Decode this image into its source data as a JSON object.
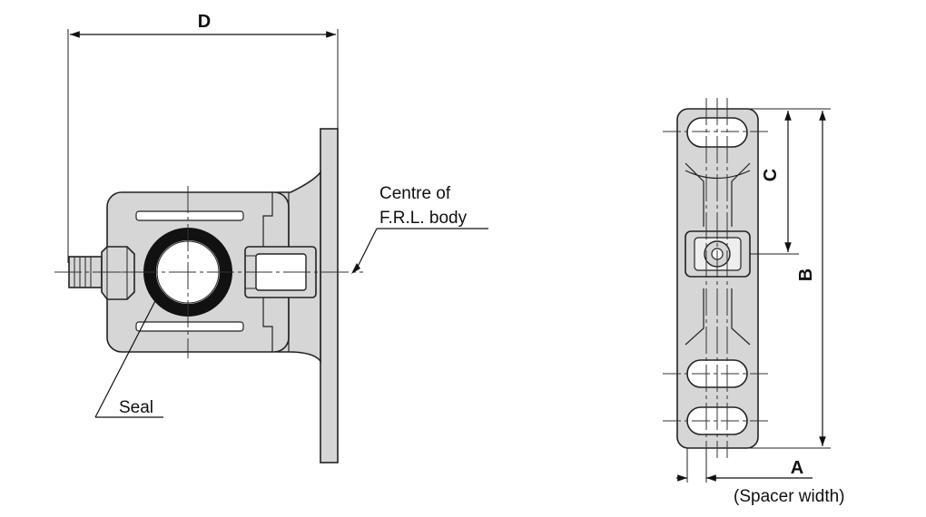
{
  "diagram": {
    "labels": {
      "dim_a": "A",
      "dim_b": "B",
      "dim_c": "C",
      "dim_d": "D",
      "spacer_width": "(Spacer width)",
      "centre_line1": "Centre of",
      "centre_line2": "F.R.L. body",
      "seal": "Seal"
    },
    "colors": {
      "part_fill": "#d6d6d6",
      "outline": "#222222",
      "seal": "#111111",
      "background": "#ffffff"
    }
  }
}
